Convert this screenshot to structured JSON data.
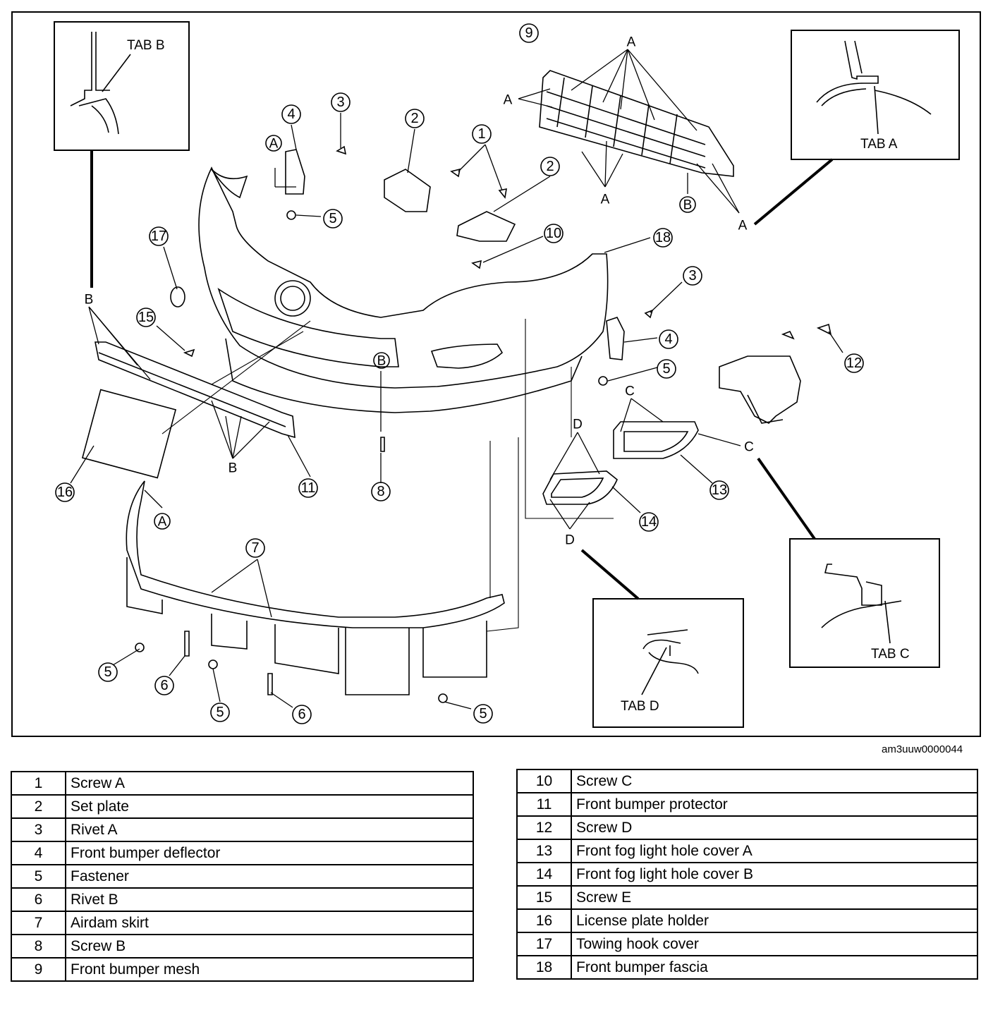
{
  "diagram": {
    "reference_code": "am3uuw0000044",
    "tab_labels": {
      "tab_a": "TAB A",
      "tab_b": "TAB B",
      "tab_c": "TAB C",
      "tab_d": "TAB D"
    },
    "letters": {
      "a": "A",
      "b": "B",
      "c": "C",
      "d": "D"
    },
    "callouts": {
      "n1": "1",
      "n2": "2",
      "n3": "3",
      "n4": "4",
      "n5": "5",
      "n6": "6",
      "n7": "7",
      "n8": "8",
      "n9": "9",
      "n10": "10",
      "n11": "11",
      "n12": "12",
      "n13": "13",
      "n14": "14",
      "n15": "15",
      "n16": "16",
      "n17": "17",
      "n18": "18"
    }
  },
  "parts_left": [
    {
      "num": "1",
      "name": "Screw A"
    },
    {
      "num": "2",
      "name": "Set plate"
    },
    {
      "num": "3",
      "name": "Rivet A"
    },
    {
      "num": "4",
      "name": "Front bumper deflector"
    },
    {
      "num": "5",
      "name": "Fastener"
    },
    {
      "num": "6",
      "name": "Rivet B"
    },
    {
      "num": "7",
      "name": "Airdam skirt"
    },
    {
      "num": "8",
      "name": "Screw B"
    },
    {
      "num": "9",
      "name": "Front bumper mesh"
    }
  ],
  "parts_right": [
    {
      "num": "10",
      "name": "Screw C"
    },
    {
      "num": "11",
      "name": "Front bumper protector"
    },
    {
      "num": "12",
      "name": "Screw D"
    },
    {
      "num": "13",
      "name": "Front fog light hole cover A"
    },
    {
      "num": "14",
      "name": "Front fog light hole cover B"
    },
    {
      "num": "15",
      "name": "Screw E"
    },
    {
      "num": "16",
      "name": "License plate holder"
    },
    {
      "num": "17",
      "name": "Towing hook cover"
    },
    {
      "num": "18",
      "name": "Front bumper fascia"
    }
  ]
}
